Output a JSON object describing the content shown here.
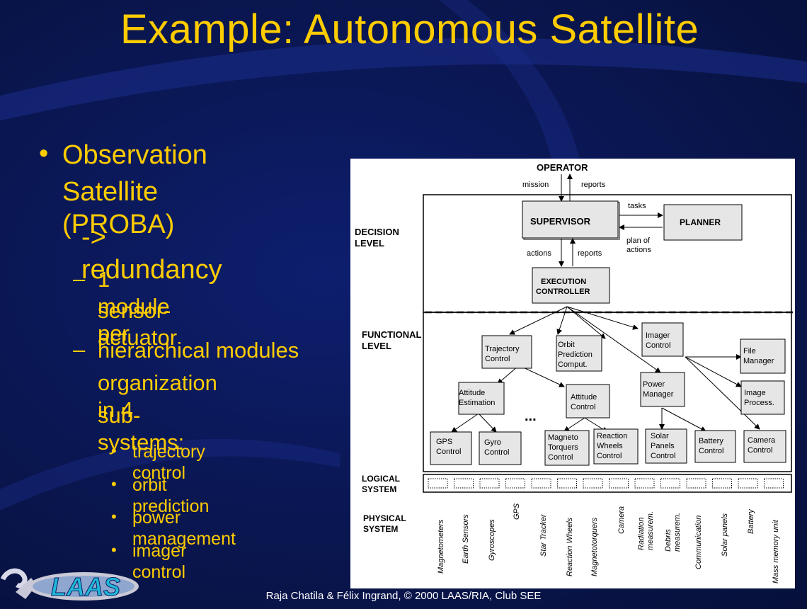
{
  "slide": {
    "title": "Example: Autonomous Satellite",
    "bullet_main_line1": "Observation",
    "bullet_main_line2": "Satellite (PROBA)",
    "arrow_line": "-> redundancy",
    "dash_char": "–",
    "bullet_char": "•",
    "sub1_line1": "1 module per",
    "sub1_line2": "sensor-actuator",
    "sub2_line1": "hierarchical modules",
    "sub2_line2": "organization in 4",
    "sub2_line3": "sub-systems:",
    "subsystems": [
      "trajectory control",
      "orbit prediction",
      "power management",
      "imager control"
    ],
    "footer": "Raja Chatila & Félix Ingrand, © 2000 LAAS/RIA, Club SEE",
    "logo_text": "LAAS"
  },
  "diagram": {
    "operator": "OPERATOR",
    "mission": "mission",
    "reports_top": "reports",
    "tasks": "tasks",
    "supervisor": "SUPERVISOR",
    "planner": "PLANNER",
    "plan_of_actions_1": "plan of",
    "plan_of_actions_2": "actions",
    "decision_level_1": "DECISION",
    "decision_level_2": "LEVEL",
    "actions": "actions",
    "reports_mid": "reports",
    "exec_1": "EXECUTION",
    "exec_2": "CONTROLLER",
    "functional_level_1": "FUNCTIONAL",
    "functional_level_2": "LEVEL",
    "trajectory_1": "Trajectory",
    "trajectory_2": "Control",
    "orbit_1": "Orbit",
    "orbit_2": "Prediction",
    "orbit_3": "Comput.",
    "imager_1": "Imager",
    "imager_2": "Control",
    "file_1": "File",
    "file_2": "Manager",
    "attitude_est_1": "Attitude",
    "attitude_est_2": "Estimation",
    "attitude_ctl_1": "Attitude",
    "attitude_ctl_2": "Control",
    "power_1": "Power",
    "power_2": "Manager",
    "image_proc_1": "Image",
    "image_proc_2": "Process.",
    "ellipsis": "...",
    "gps_1": "GPS",
    "gps_2": "Control",
    "gyro_1": "Gyro",
    "gyro_2": "Control",
    "magneto_1": "Magneto",
    "magneto_2": "Torquers",
    "magneto_3": "Control",
    "reaction_1": "Reaction",
    "reaction_2": "Wheels",
    "reaction_3": "Control",
    "solar_1": "Solar",
    "solar_2": "Panels",
    "solar_3": "Control",
    "battery_1": "Battery",
    "battery_2": "Control",
    "camera_1": "Camera",
    "camera_2": "Control",
    "logical_1": "LOGICAL",
    "logical_2": "SYSTEM",
    "physical_1": "PHYSICAL",
    "physical_2": "SYSTEM",
    "phys_magnetometers": "Magnetometers",
    "phys_earth_sensors": "Earth Sensors",
    "phys_gyroscopes": "Gyroscopes",
    "phys_gps": "GPS",
    "phys_star_tracker": "Star Tracker",
    "phys_reaction_wheels": "Reaction Wheels",
    "phys_magnetotorquers": "Magnetotorquers",
    "phys_camera": "Camera",
    "phys_radiation_1": "Radiation",
    "phys_radiation_2": "measurem.",
    "phys_debris_1": "Debris",
    "phys_debris_2": "measurem.",
    "phys_communication": "Communication",
    "phys_solar_panels": "Solar panels",
    "phys_battery": "Battery",
    "phys_mass_memory": "Mass memory unit"
  },
  "colors": {
    "title": "#ffcc00",
    "background": "#0a1650",
    "footer": "#ffffff"
  }
}
